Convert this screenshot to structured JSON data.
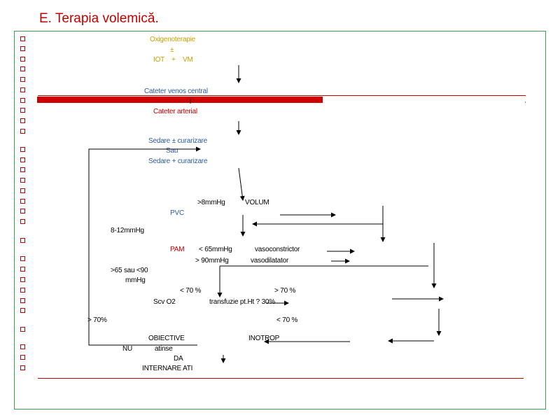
{
  "slide": {
    "title": "E. Terapia volemică.",
    "accent_color": "#c00000",
    "blue_color": "#2c5aa0",
    "frame_color": "#3aa050",
    "bullet_icon": "hollow-square-icon"
  },
  "flow": {
    "oxigenoterapie": "Oxigenoterapie",
    "plus_minus": "±",
    "iot": "IOT",
    "plus": "+",
    "vm": "VM",
    "cateter_venos": "Cateter venos central",
    "cateter_arterial": "Cateter arterial",
    "sedare_1": "Sedare ± curarizare",
    "sau": "Sau",
    "sedare_2": "Sedare + curarizare",
    "gt8": ">8mmHg",
    "volum": "VOLUM",
    "pvc": "PVC",
    "range_8_12": "8-12mmHg",
    "pam": "PAM",
    "lt65": "< 65mmHg",
    "vasoconstrictor": "vasoconstrictor",
    "gt90": "> 90mmHg",
    "vasodilatator": "vasodilatator",
    "gt65_lt90": ">65 sau <90",
    "mmhg": "mmHg",
    "lt70_a": "< 70 %",
    "gt70_a": "> 70 %",
    "scvo2": "Scv O2",
    "transfuzie": "transfuzie pt.Ht ? 30%",
    "gt70_b": "> 70%",
    "lt70_b": "< 70 %",
    "obiective": "OBIECTIVE",
    "inotrop": "INOTROP",
    "nu": "NU",
    "atinse": "atinse",
    "da": "DA",
    "internare": "INTERNARE ATI"
  }
}
